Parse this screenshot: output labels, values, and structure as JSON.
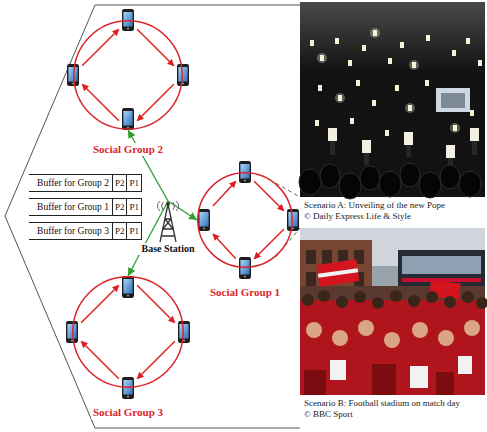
{
  "diagram": {
    "nodes": [
      {
        "text": [
          "Social Group 2"
        ]
      },
      {
        "text": [
          "Buffer for Group 2",
          "P2",
          "P1"
        ]
      },
      {
        "text": [
          "Buffer for Group 1",
          "P2",
          "P1"
        ]
      },
      {
        "text": [
          "Buffer for Group 3",
          "P2",
          "P1"
        ]
      },
      {
        "text": [
          "Base Station"
        ]
      },
      {
        "text": [
          "Social Group 1"
        ]
      },
      {
        "text": [
          "Social Group 3"
        ]
      },
      {
        "text": [
          "Scenario A: Unveiling of the new Pope",
          "© Daily Express Life & Style"
        ]
      },
      {
        "text": [
          "Scenario B: Football stadium on match day",
          "© BBC Sport"
        ]
      }
    ],
    "edges": [
      {
        "from": 4,
        "to": 0,
        "arrow": "to"
      },
      {
        "from": 4,
        "to": 5,
        "arrow": "to"
      },
      {
        "from": 4,
        "to": 6,
        "arrow": "to"
      },
      {
        "from": 5,
        "to": 7,
        "arrow": "none"
      },
      {
        "from": 5,
        "to": 8,
        "arrow": "none"
      }
    ]
  }
}
